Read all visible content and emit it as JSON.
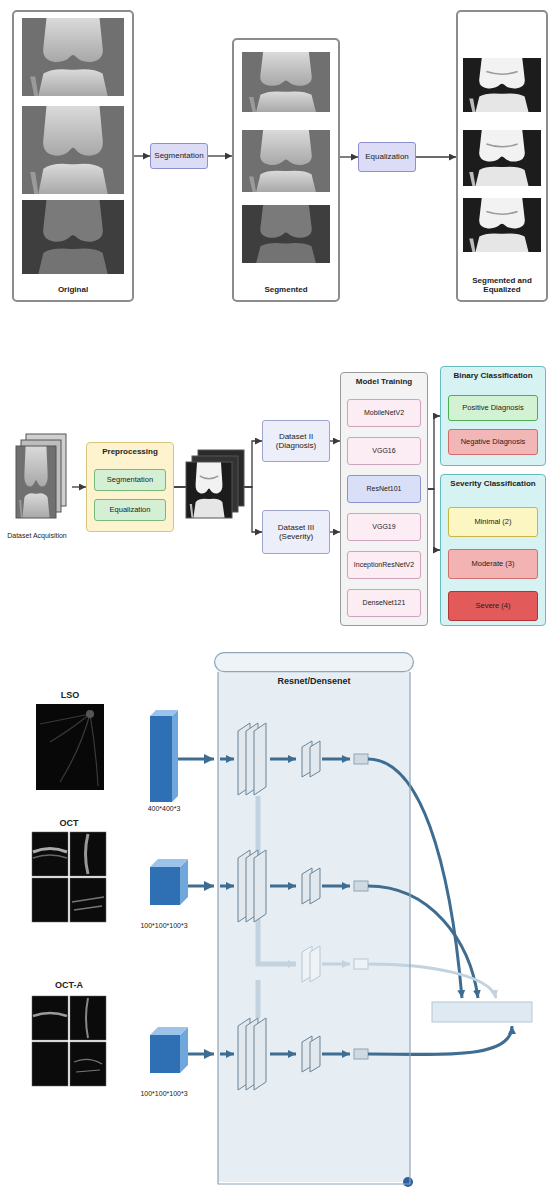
{
  "diagram": {
    "nodes": [
      {
        "text": [
          "Original"
        ]
      },
      {
        "text": [
          "Segmentation"
        ]
      },
      {
        "text": [
          "Segmented"
        ]
      },
      {
        "text": [
          "Equalization"
        ]
      },
      {
        "text": [
          "Segmented and Equalized"
        ]
      },
      {
        "text": [
          "Dataset Acquisition"
        ]
      },
      {
        "text": [
          "Preprocessing"
        ]
      },
      {
        "text": [
          "Segmentation"
        ],
        "in": 6
      },
      {
        "text": [
          "Equalization"
        ],
        "in": 6
      },
      {
        "text": [
          "Dataset II (Diagnosis)"
        ]
      },
      {
        "text": [
          "Dataset III (Severity)"
        ]
      },
      {
        "text": [
          "Model Training"
        ]
      },
      {
        "text": [
          "MobileNetV2"
        ],
        "in": 11
      },
      {
        "text": [
          "VGG16"
        ],
        "in": 11
      },
      {
        "text": [
          "ResNet101"
        ],
        "in": 11
      },
      {
        "text": [
          "VGG19"
        ],
        "in": 11
      },
      {
        "text": [
          "InceptionResNetV2"
        ],
        "in": 11
      },
      {
        "text": [
          "DenseNet121"
        ],
        "in": 11
      },
      {
        "text": [
          "Binary Classification"
        ]
      },
      {
        "text": [
          "Positive Diagnosis"
        ],
        "in": 18
      },
      {
        "text": [
          "Negative Diagnosis"
        ],
        "in": 18
      },
      {
        "text": [
          "Severity Classification"
        ]
      },
      {
        "text": [
          "Minimal (2)"
        ],
        "in": 21
      },
      {
        "text": [
          "Moderate (3)"
        ],
        "in": 21
      },
      {
        "text": [
          "Severe (4)"
        ],
        "in": 21
      },
      {
        "text": [
          "LSO"
        ]
      },
      {
        "text": [
          "400*400*3"
        ]
      },
      {
        "text": [
          "OCT"
        ]
      },
      {
        "text": [
          "100*100*100*3"
        ]
      },
      {
        "text": [
          "OCT-A"
        ]
      },
      {
        "text": [
          "100*100*100*3"
        ]
      },
      {
        "text": [
          "Resnet/Densenet"
        ]
      }
    ],
    "edges": [
      {
        "from": 0,
        "to": 1,
        "arrow": "to"
      },
      {
        "from": 1,
        "to": 2,
        "arrow": "to"
      },
      {
        "from": 2,
        "to": 3,
        "arrow": "to"
      },
      {
        "from": 3,
        "to": 4,
        "arrow": "to"
      },
      {
        "from": 5,
        "to": 6,
        "arrow": "to"
      },
      {
        "from": 6,
        "to": 9,
        "arrow": "to"
      },
      {
        "from": 6,
        "to": 10,
        "arrow": "to"
      },
      {
        "from": 9,
        "to": 11,
        "arrow": "to"
      },
      {
        "from": 10,
        "to": 11,
        "arrow": "to"
      },
      {
        "from": 14,
        "to": 18,
        "arrow": "to"
      },
      {
        "from": 14,
        "to": 21,
        "arrow": "to"
      },
      {
        "from": 26,
        "to": 31,
        "arrow": "to"
      },
      {
        "from": 28,
        "to": 31,
        "arrow": "to"
      },
      {
        "from": 30,
        "to": 31,
        "arrow": "to"
      }
    ]
  }
}
